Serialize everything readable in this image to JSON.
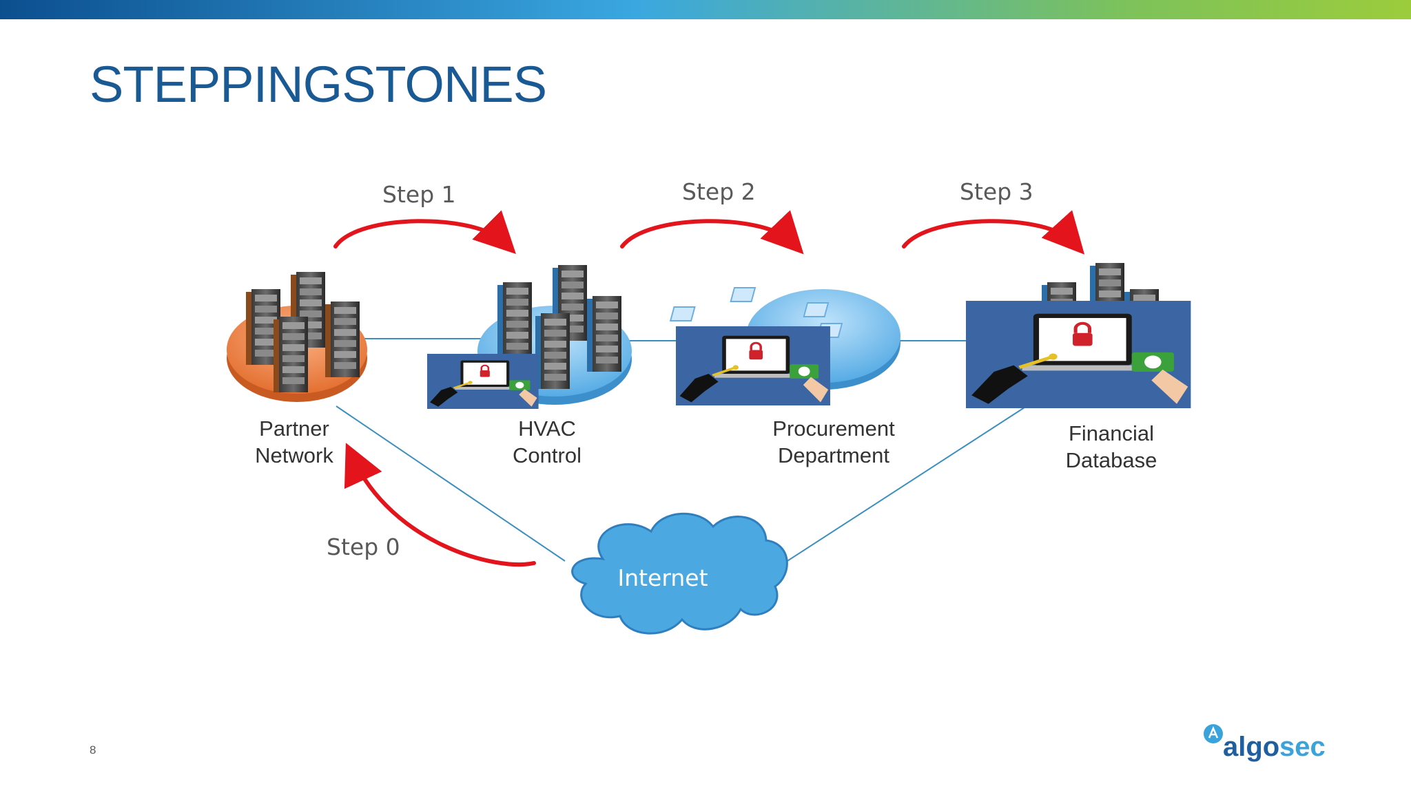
{
  "slide": {
    "title": "STEPPINGSTONES",
    "page_number": "8"
  },
  "steps": [
    "Step 0",
    "Step 1",
    "Step 2",
    "Step 3"
  ],
  "nodes": {
    "partner": {
      "line1": "Partner",
      "line2": "Network"
    },
    "hvac": {
      "line1": "HVAC",
      "line2": "Control"
    },
    "procurement": {
      "line1": "Procurement",
      "line2": "Department"
    },
    "financial": {
      "line1": "Financial",
      "line2": "Database"
    },
    "internet": {
      "label": "Internet"
    }
  },
  "logo": {
    "text_algo": "algo",
    "text_sec": "sec"
  },
  "colors": {
    "title": "#1a5a94",
    "arrow": "#e3141b",
    "connector": "#3a8fc0",
    "partner_disk": "#f08a4b",
    "network_disk": "#5aaee6",
    "cloud": "#4ba8e0",
    "logo_dark": "#1f5fa0",
    "logo_light": "#3aa3dc"
  }
}
